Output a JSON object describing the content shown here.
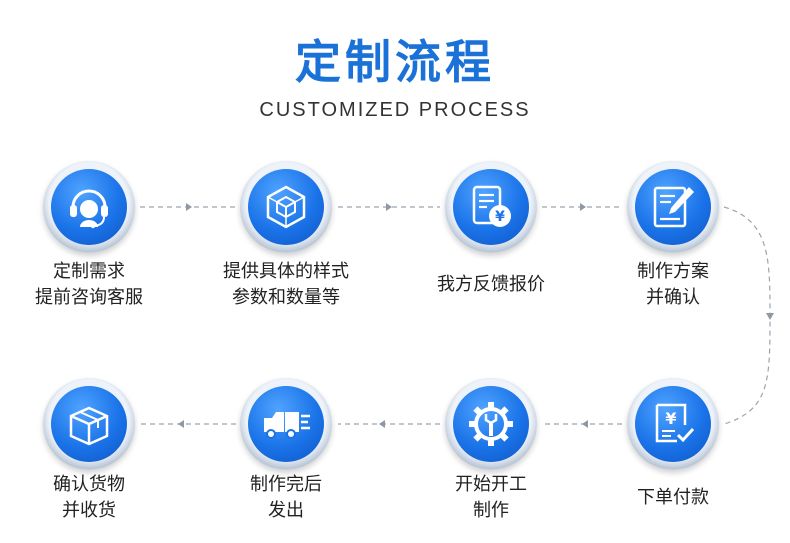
{
  "title": "定制流程",
  "subtitle": "CUSTOMIZED PROCESS",
  "steps": [
    {
      "line1": "定制需求",
      "line2": "提前咨询客服",
      "icon": "customer-service-headset-icon"
    },
    {
      "line1": "提供具体的样式",
      "line2": "参数和数量等",
      "icon": "cube-icon"
    },
    {
      "line1": "我方反馈报价",
      "line2": "",
      "icon": "quote-document-yen-icon"
    },
    {
      "line1": "制作方案",
      "line2": "并确认",
      "icon": "edit-document-icon"
    },
    {
      "line1": "下单付款",
      "line2": "",
      "icon": "payment-receipt-icon"
    },
    {
      "line1": "开始开工",
      "line2": "制作",
      "icon": "gear-wrench-icon"
    },
    {
      "line1": "制作完后",
      "line2": "发出",
      "icon": "delivery-truck-icon"
    },
    {
      "line1": "确认货物",
      "line2": "并收货",
      "icon": "package-box-icon"
    }
  ],
  "colors": {
    "accent": "#1a72d8",
    "icon_bg": "#1a73e8",
    "connector": "#9aa4ae"
  }
}
